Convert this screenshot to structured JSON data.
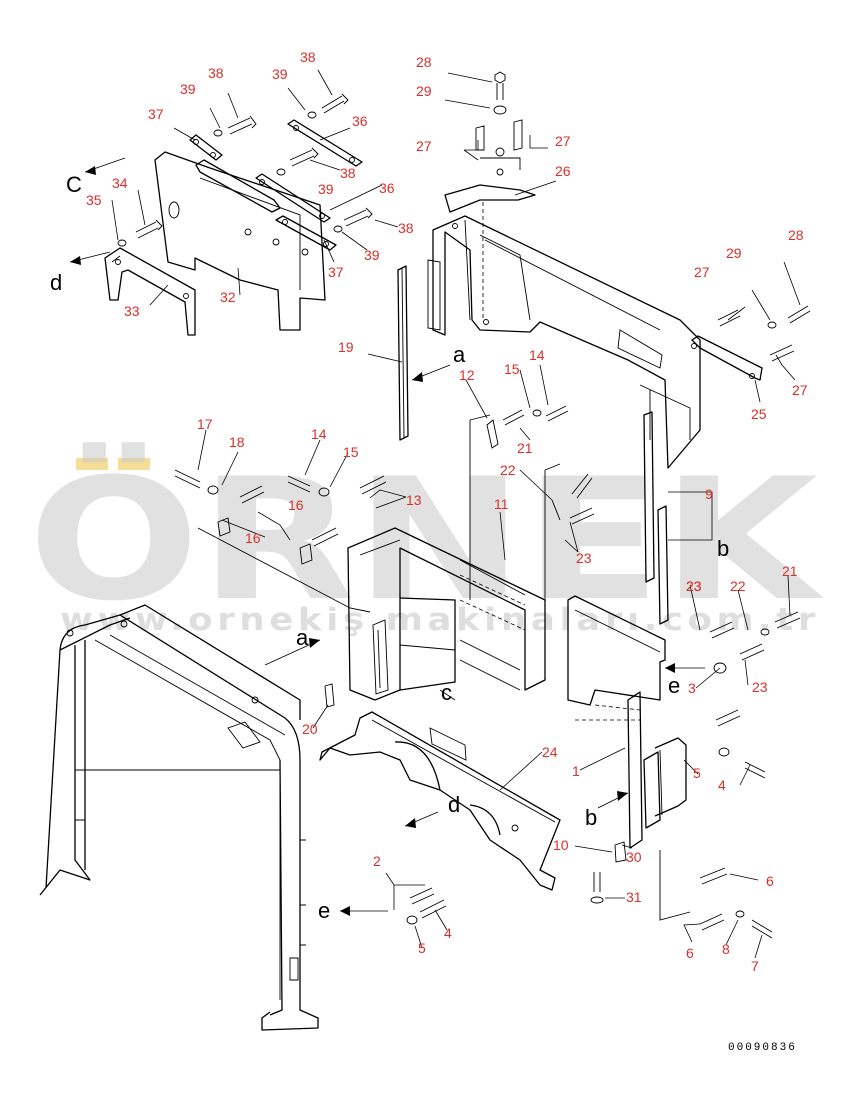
{
  "diagram": {
    "drawing_code": "00090836",
    "watermark": {
      "brand": "ÖRNEK",
      "url": "www.ornekiş makinaları.com.tr"
    },
    "colors": {
      "label": "#d9302c",
      "line": "#000000",
      "watermark": "#c8c8c8",
      "watermark_accent": "#f2cf6a"
    },
    "callouts": [
      {
        "n": "1"
      },
      {
        "n": "2"
      },
      {
        "n": "3"
      },
      {
        "n": "4"
      },
      {
        "n": "4"
      },
      {
        "n": "5"
      },
      {
        "n": "5"
      },
      {
        "n": "6"
      },
      {
        "n": "6"
      },
      {
        "n": "7"
      },
      {
        "n": "8"
      },
      {
        "n": "9"
      },
      {
        "n": "10"
      },
      {
        "n": "11"
      },
      {
        "n": "12"
      },
      {
        "n": "13"
      },
      {
        "n": "14"
      },
      {
        "n": "14"
      },
      {
        "n": "15"
      },
      {
        "n": "15"
      },
      {
        "n": "16"
      },
      {
        "n": "16"
      },
      {
        "n": "17"
      },
      {
        "n": "18"
      },
      {
        "n": "19"
      },
      {
        "n": "20"
      },
      {
        "n": "21"
      },
      {
        "n": "21"
      },
      {
        "n": "22"
      },
      {
        "n": "22"
      },
      {
        "n": "23"
      },
      {
        "n": "23"
      },
      {
        "n": "23"
      },
      {
        "n": "23"
      },
      {
        "n": "24"
      },
      {
        "n": "25"
      },
      {
        "n": "26"
      },
      {
        "n": "27"
      },
      {
        "n": "27"
      },
      {
        "n": "27"
      },
      {
        "n": "27"
      },
      {
        "n": "28"
      },
      {
        "n": "28"
      },
      {
        "n": "29"
      },
      {
        "n": "29"
      },
      {
        "n": "30"
      },
      {
        "n": "31"
      },
      {
        "n": "32"
      },
      {
        "n": "33"
      },
      {
        "n": "34"
      },
      {
        "n": "35"
      },
      {
        "n": "36"
      },
      {
        "n": "36"
      },
      {
        "n": "37"
      },
      {
        "n": "37"
      },
      {
        "n": "38"
      },
      {
        "n": "38"
      },
      {
        "n": "38"
      },
      {
        "n": "38"
      },
      {
        "n": "39"
      },
      {
        "n": "39"
      },
      {
        "n": "39"
      },
      {
        "n": "39"
      }
    ],
    "references": [
      "C",
      "d",
      "a",
      "a",
      "b",
      "b",
      "c",
      "d",
      "e",
      "e"
    ]
  }
}
